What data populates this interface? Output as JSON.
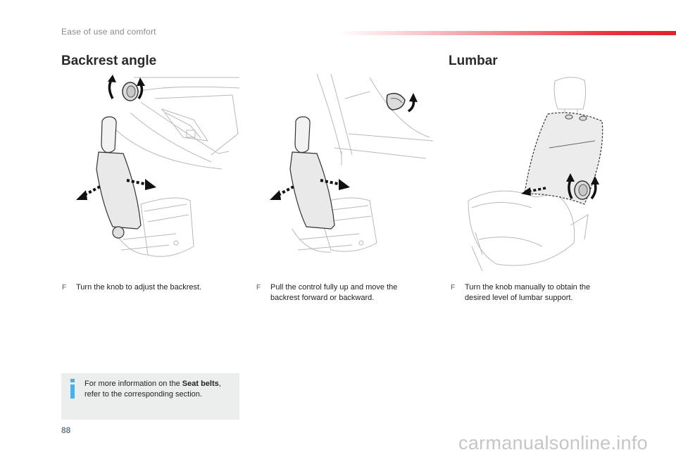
{
  "header": {
    "title": "Ease of use and comfort"
  },
  "sections": {
    "backrest_heading": "Backrest angle",
    "lumbar_heading": "Lumbar"
  },
  "instructions": [
    {
      "bullet": "F",
      "text": "Turn the knob to adjust the backrest."
    },
    {
      "bullet": "F",
      "text": "Pull the control fully up and move the backrest forward or backward."
    },
    {
      "bullet": "F",
      "text": "Turn the knob manually to obtain the desired level of lumbar support."
    }
  ],
  "info": {
    "prefix": "For more information on the ",
    "bold": "Seat belts",
    "suffix": ",",
    "line2": "refer to the corresponding section."
  },
  "page_number": "88",
  "watermark": "carmanualsonline.info",
  "colors": {
    "accent_red": "#e4202e",
    "info_icon": "#4ab0e8",
    "info_box_bg": "#eceeee"
  },
  "icons": [
    "rotary-knob-icon",
    "lever-control-icon",
    "lumbar-knob-icon",
    "info-icon"
  ]
}
